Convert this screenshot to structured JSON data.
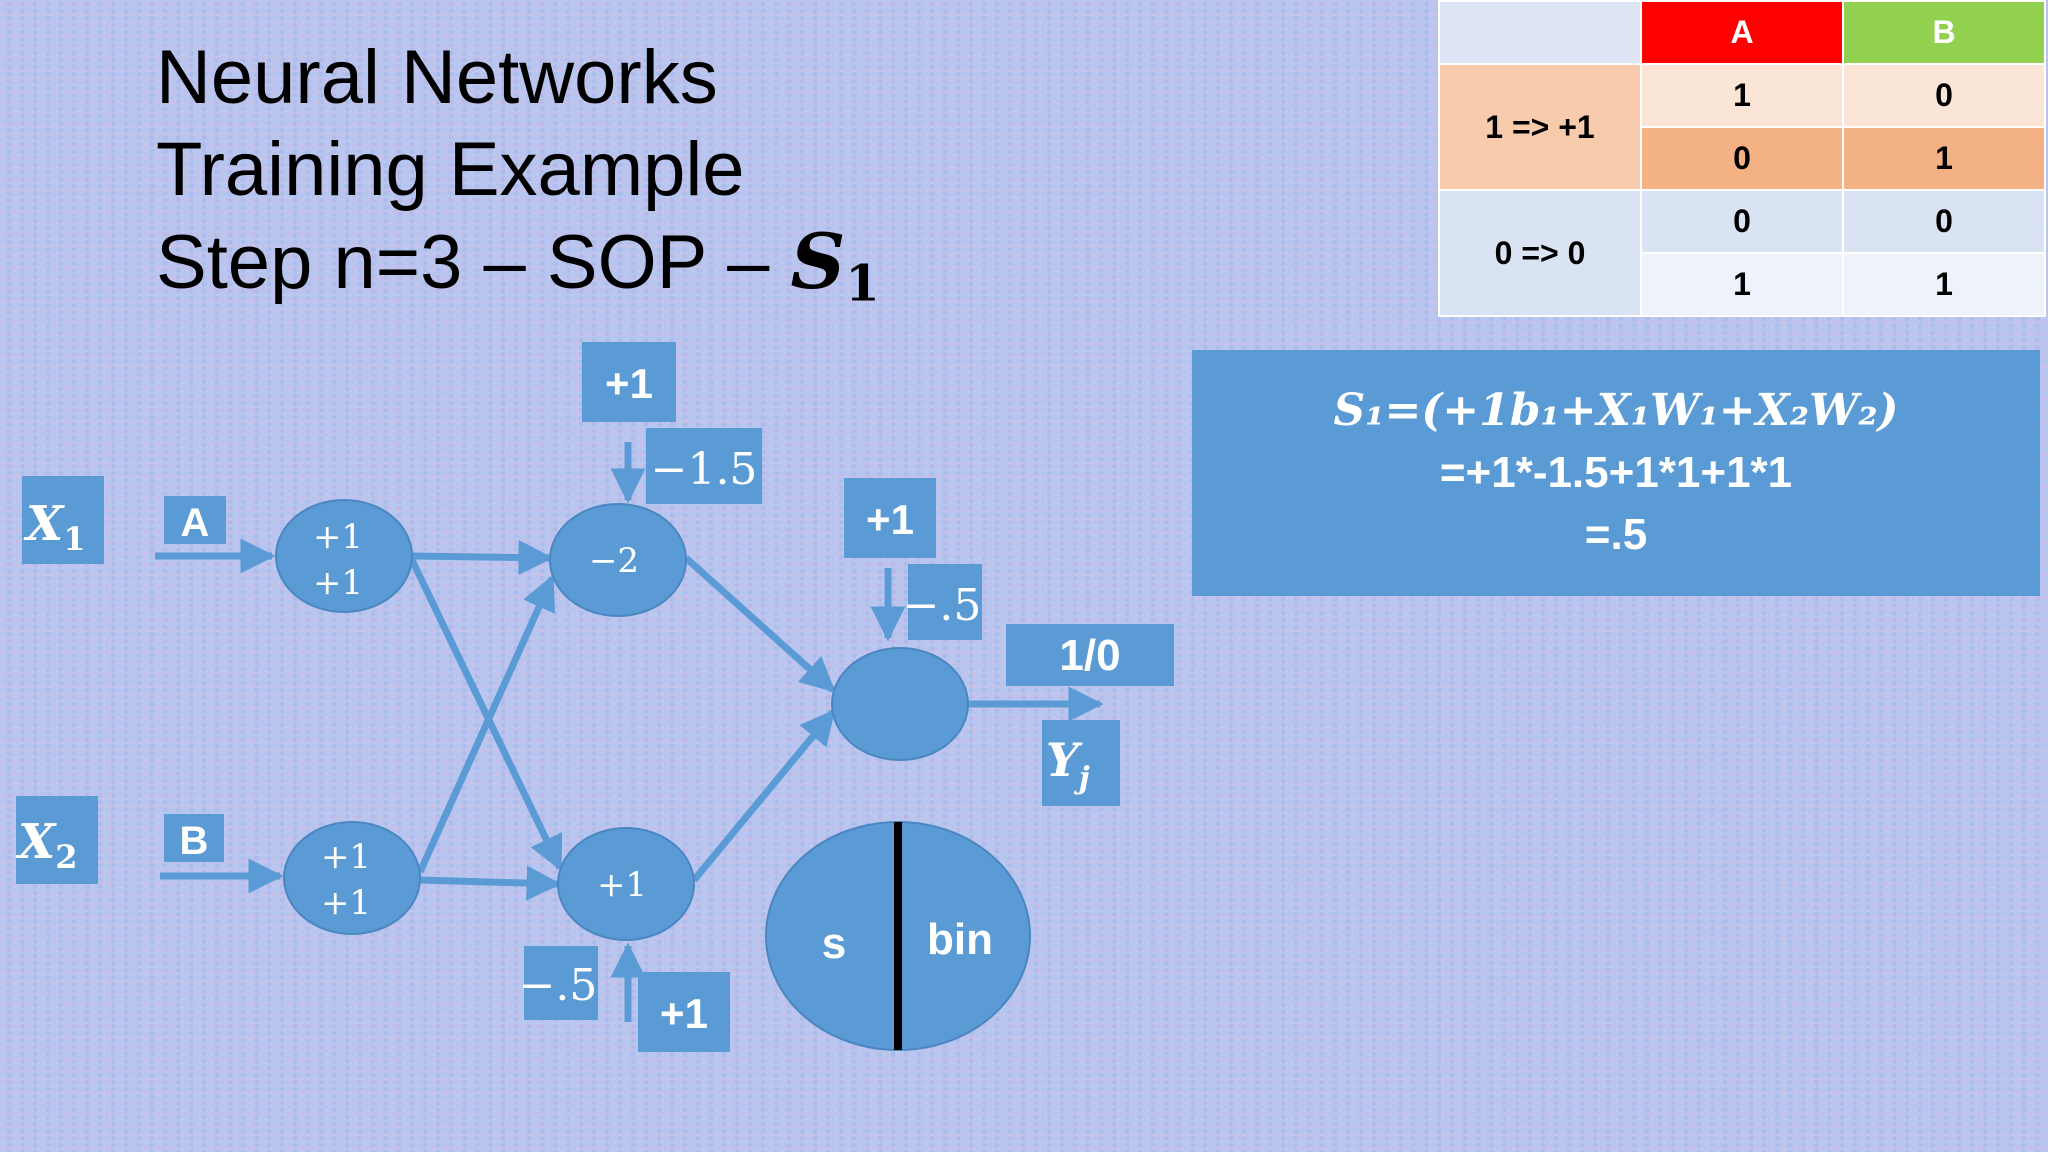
{
  "title": {
    "line1": "Neural Networks",
    "line2": "Training Example",
    "line3": "Step n=3 – SOP – ",
    "symbol": "S",
    "symbol_sub": "1"
  },
  "truth_table": {
    "headers": [
      "A",
      "B"
    ],
    "groups": [
      {
        "label": "1 => +1",
        "rows": [
          [
            "1",
            "0"
          ],
          [
            "0",
            "1"
          ]
        ]
      },
      {
        "label": "0 => 0",
        "rows": [
          [
            "0",
            "0"
          ],
          [
            "1",
            "1"
          ]
        ]
      }
    ]
  },
  "formula": {
    "line1": "S₁=(+1b₁+X₁W₁+X₂W₂)",
    "line2": "=+1*-1.5+1*1+1*1",
    "line3": "=.5"
  },
  "diagram": {
    "input_x1": {
      "symbol": "X",
      "sub": "1"
    },
    "input_x2": {
      "symbol": "X",
      "sub": "2"
    },
    "input_a": "A",
    "input_b": "B",
    "node_a": {
      "top": "+1",
      "bottom": "+1"
    },
    "node_b": {
      "top": "+1",
      "bottom": "+1"
    },
    "hidden_top": "−2",
    "hidden_bottom": "+1",
    "bias_top_input": "+1",
    "bias_top_weight": "−1.5",
    "bias_bottom_input": "+1",
    "bias_bottom_weight": "−.5",
    "bias_out_input": "+1",
    "bias_out_weight": "−.5",
    "output_label": "1/0",
    "output_symbol": {
      "symbol": "Y",
      "sub": "j"
    },
    "activation": {
      "left": "s",
      "right": "bin"
    }
  },
  "colors": {
    "node_fill": "#5b9bd5",
    "label_box": "#5b9bd5",
    "text_on_blue": "#ffffff",
    "header_a": "#ff0000",
    "header_b": "#92d050",
    "group1_fill": "#f8cbad",
    "group0_fill": "#dae3f3"
  }
}
